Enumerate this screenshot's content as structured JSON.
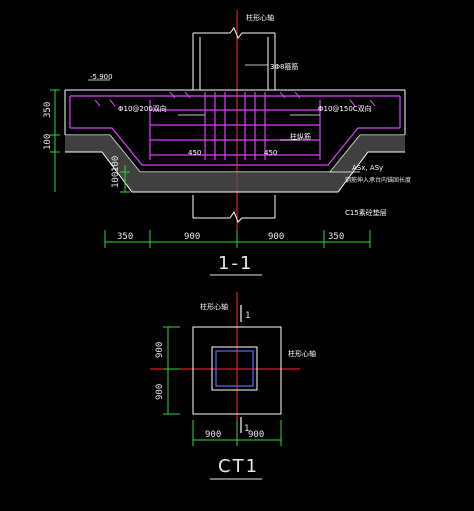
{
  "section": {
    "title": "1-1",
    "elevation": "-5.900",
    "left_dims": [
      "350",
      "100",
      "100",
      "100"
    ],
    "bottom_dims": [
      "350",
      "900",
      "900",
      "350"
    ],
    "labels": {
      "column_axis": "柱形心轴",
      "stirrup": "3Φ8箍筋",
      "rebar_left": "Φ10@200双向",
      "rebar_right": "Φ10@150C双向",
      "dim_450a": "450",
      "dim_450b": "450",
      "note_mid": "柱纵筋",
      "asx": "ASx, ASy",
      "under": "钢筋伸入承台内锚固长度",
      "cushion": "C15素砼垫层"
    }
  },
  "plan": {
    "title": "CT1",
    "section_mark_top": "1",
    "section_mark_bottom": "1",
    "label_axis_top": "柱形心轴",
    "label_axis_right": "柱形心轴",
    "left_dims": [
      "900",
      "900"
    ],
    "bottom_dims": [
      "900",
      "900"
    ]
  },
  "colors": {
    "background": "#000000",
    "outline": "#ffffff",
    "rebar": "#e040fb",
    "axis": "#ff2a2a",
    "dimension": "#2fd93a",
    "text": "#e8e8e8"
  }
}
